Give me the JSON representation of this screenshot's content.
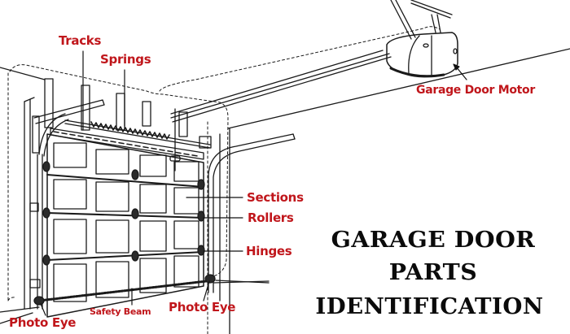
{
  "diagram": {
    "subject": "Garage door with opener, line-art illustration",
    "colors": {
      "label": "#c0161b",
      "line": "#1a1a1a",
      "title": "#0b0b0b",
      "background": "#ffffff"
    },
    "labels": [
      {
        "id": "tracks",
        "text": "Tracks"
      },
      {
        "id": "springs",
        "text": "Springs"
      },
      {
        "id": "motor",
        "text": "Garage Door Motor"
      },
      {
        "id": "sections",
        "text": "Sections"
      },
      {
        "id": "rollers",
        "text": "Rollers"
      },
      {
        "id": "hinges",
        "text": "Hinges"
      },
      {
        "id": "photo_eye_left",
        "text": "Photo Eye"
      },
      {
        "id": "safety_beam",
        "text": "Safety Beam"
      },
      {
        "id": "photo_eye_right",
        "text": "Photo Eye"
      }
    ],
    "title": {
      "line1": "GARAGE DOOR",
      "line2": "PARTS",
      "line3": "IDENTIFICATION"
    }
  }
}
